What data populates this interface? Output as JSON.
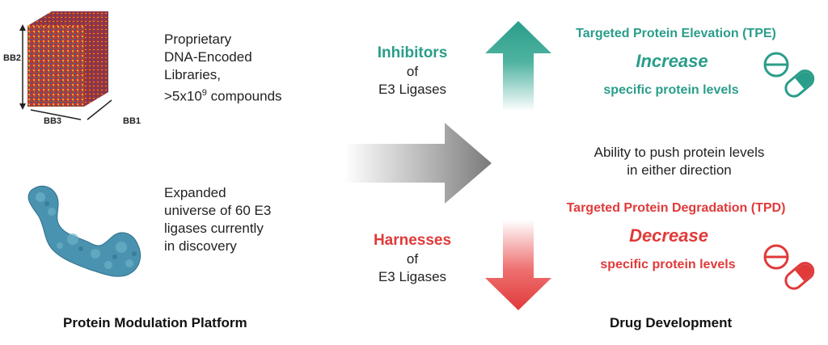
{
  "left": {
    "cube": {
      "label_bb1": "BB1",
      "label_bb2": "BB2",
      "label_bb3": "BB3"
    },
    "library_text": {
      "line1": "Proprietary",
      "line2": "DNA-Encoded",
      "line3": "Libraries,",
      "line4_prefix": ">5x10",
      "line4_exponent": "9",
      "line4_suffix": " compounds"
    },
    "protein_text": {
      "line1": "Expanded",
      "line2": "universe of 60 E3",
      "line3": "ligases currently",
      "line4": "in discovery"
    },
    "footer": "Protein Modulation Platform"
  },
  "middle": {
    "inhibitors": {
      "title": "Inhibitors",
      "of": "of",
      "target": "E3 Ligases"
    },
    "harnesses": {
      "title": "Harnesses",
      "of": "of",
      "target": "E3 Ligases"
    }
  },
  "right": {
    "tpe": {
      "title": "Targeted Protein Elevation (TPE)",
      "verb": "Increase",
      "object": "specific protein levels"
    },
    "middle_text": {
      "line1": "Ability to push protein levels",
      "line2": "in either direction"
    },
    "tpd": {
      "title": "Targeted Protein Degradation (TPD)",
      "verb": "Decrease",
      "object": "specific protein levels"
    },
    "footer": "Drug Development"
  },
  "colors": {
    "teal": "#2a9d8a",
    "red": "#e03a3a",
    "gray_arrow": "#7a7a7a",
    "protein": "#4a93b0",
    "cube_main": "#c0392b"
  },
  "icons": [
    "dna-cube-icon",
    "protein-structure-icon",
    "pill-tablet-icon-teal",
    "pill-tablet-icon-red",
    "up-arrow-icon",
    "down-arrow-icon",
    "right-arrow-icon"
  ]
}
